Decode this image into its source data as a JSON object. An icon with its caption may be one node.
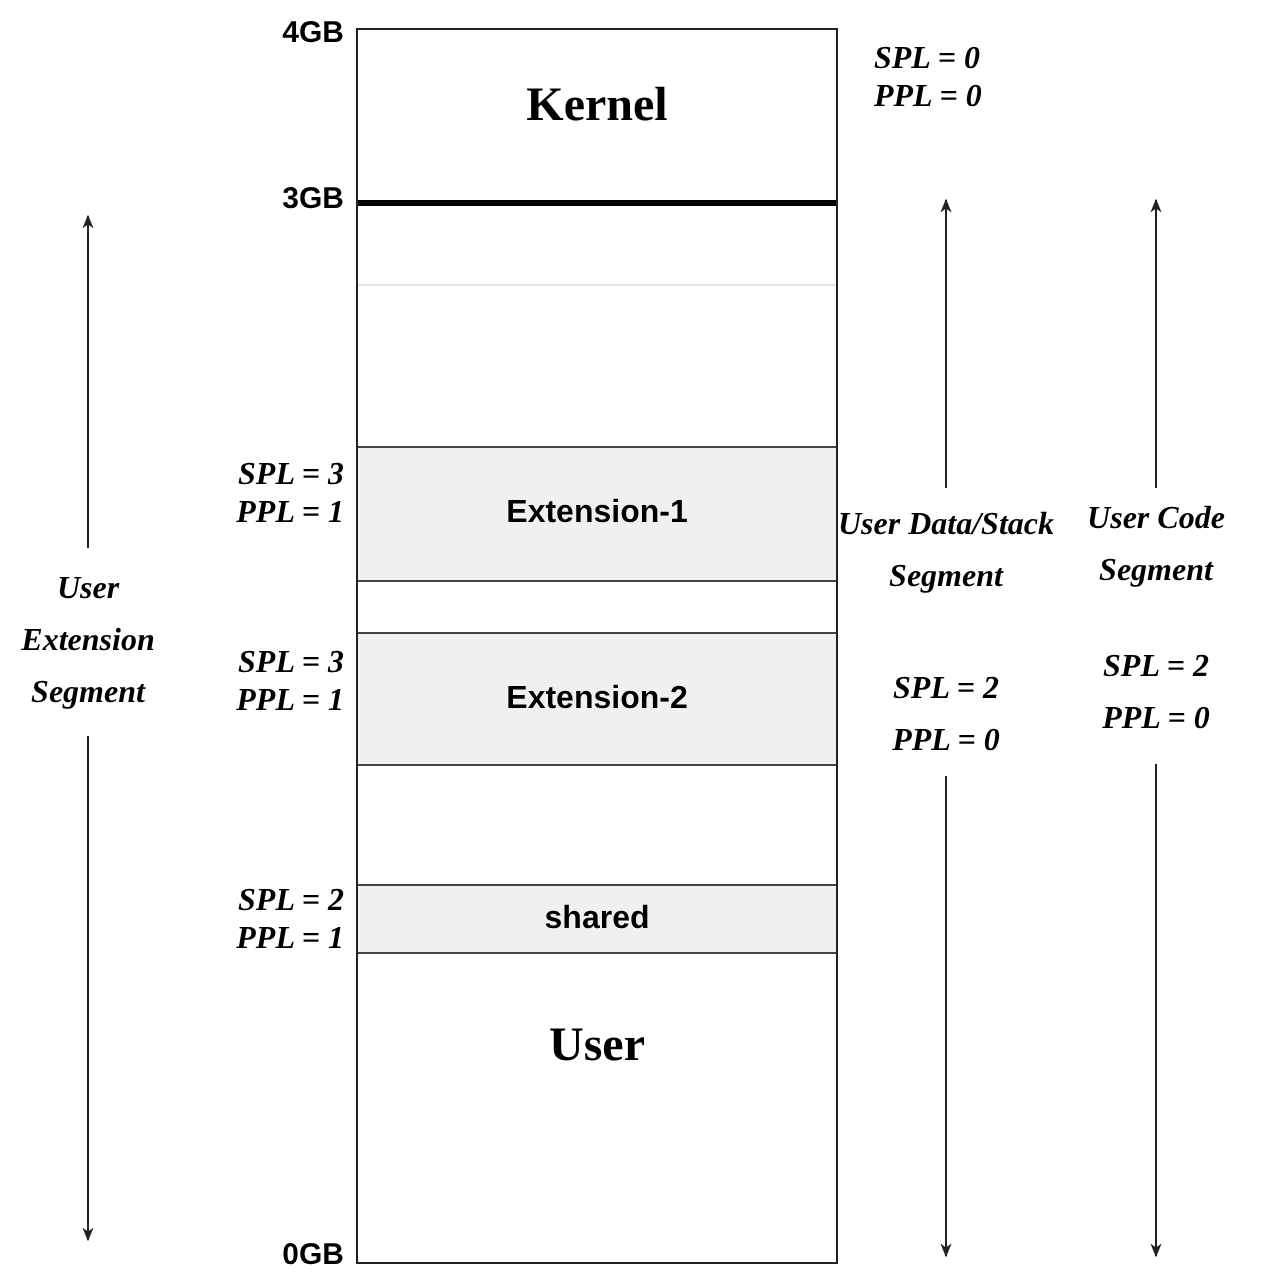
{
  "diagram": {
    "nodes": [
      {
        "text": [
          "Kernel"
        ],
        "beside": [
          "SPL = 0",
          "PPL = 0"
        ]
      },
      {
        "text": [
          "Extension-1"
        ],
        "beside": [
          "SPL = 3",
          "PPL = 1"
        ]
      },
      {
        "text": [
          "Extension-2"
        ],
        "beside": [
          "SPL = 3",
          "PPL = 1"
        ]
      },
      {
        "text": [
          "shared"
        ],
        "beside": [
          "SPL = 2",
          "PPL = 1"
        ]
      },
      {
        "text": [
          "User"
        ]
      }
    ],
    "edges": [],
    "labels": [
      "4GB",
      "3GB",
      "0GB",
      "User Extension Segment",
      "User Data/Stack Segment",
      "SPL = 2",
      "PPL = 0",
      "User Code Segment",
      "SPL = 2",
      "PPL = 0"
    ]
  }
}
